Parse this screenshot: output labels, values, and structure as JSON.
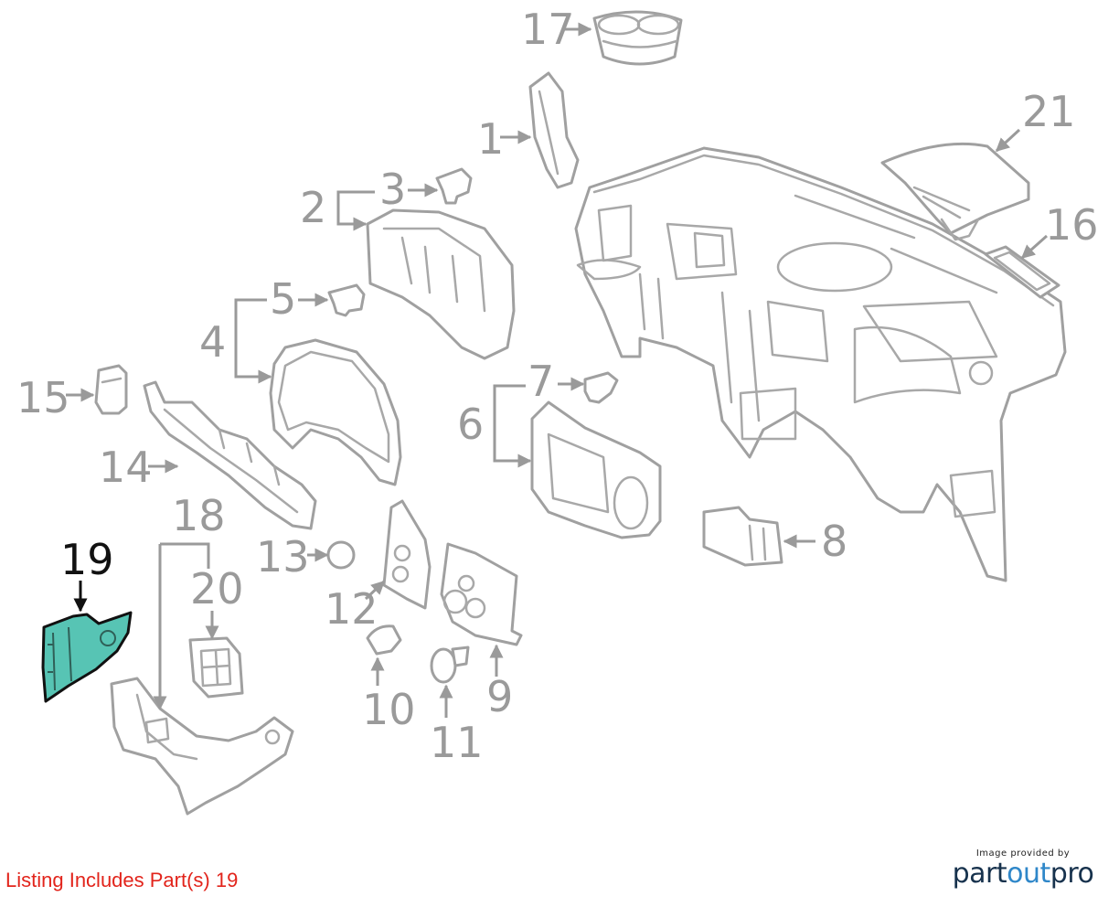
{
  "diagram": {
    "callouts": [
      "1",
      "2",
      "3",
      "4",
      "5",
      "6",
      "7",
      "8",
      "9",
      "10",
      "11",
      "12",
      "13",
      "14",
      "15",
      "16",
      "17",
      "18",
      "19",
      "20",
      "21"
    ],
    "highlighted_part": "19",
    "highlight_color": "#57c4b4",
    "part_line_color": "#a0a0a0"
  },
  "listing": {
    "text": "Listing Includes Part(s) 19",
    "color": "#e2241b"
  },
  "brand": {
    "provided_by": "Image provided by",
    "name_a": "part",
    "name_b": "out",
    "name_c": "pro"
  }
}
